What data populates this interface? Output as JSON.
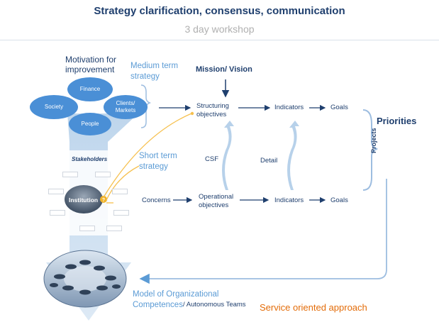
{
  "header": {
    "title": "Strategy clarification, consensus, communication",
    "subtitle": "3 day workshop"
  },
  "labels": {
    "motivation": "Motivation for\nimprovement",
    "medium_term": "Medium term\nstrategy",
    "short_term": "Short term\nstrategy",
    "mission_vision": "Mission/ Vision",
    "structuring_objectives": "Structuring\nobjectives",
    "indicators_top": "Indicators",
    "goals_top": "Goals",
    "csf": "CSF",
    "detail": "Detail",
    "concerns": "Concerns",
    "operational_objectives": "Operational\nobjectives",
    "indicators_bottom": "Indicators",
    "goals_bottom": "Goals",
    "priorities": "Priorities",
    "projects": "Projects",
    "stakeholders": "Stakeholders",
    "institution": "Institution",
    "model_competences": "Model of Organizational\nCompetences",
    "autonomous_teams": "/ Autonomous Teams",
    "service_oriented": "Service oriented approach"
  },
  "motivation_ellipses": [
    {
      "label": "Finance"
    },
    {
      "label": "Society"
    },
    {
      "label": "Clients/\nMarkets"
    },
    {
      "label": "People"
    }
  ],
  "colors": {
    "navy": "#1f3f6e",
    "light_blue": "#5b9bd5",
    "ellipse_blue": "#4a8fd6",
    "orange": "#e36c09",
    "curve_yellow": "#f6c04e",
    "funnel_light": "#c7dcef"
  }
}
